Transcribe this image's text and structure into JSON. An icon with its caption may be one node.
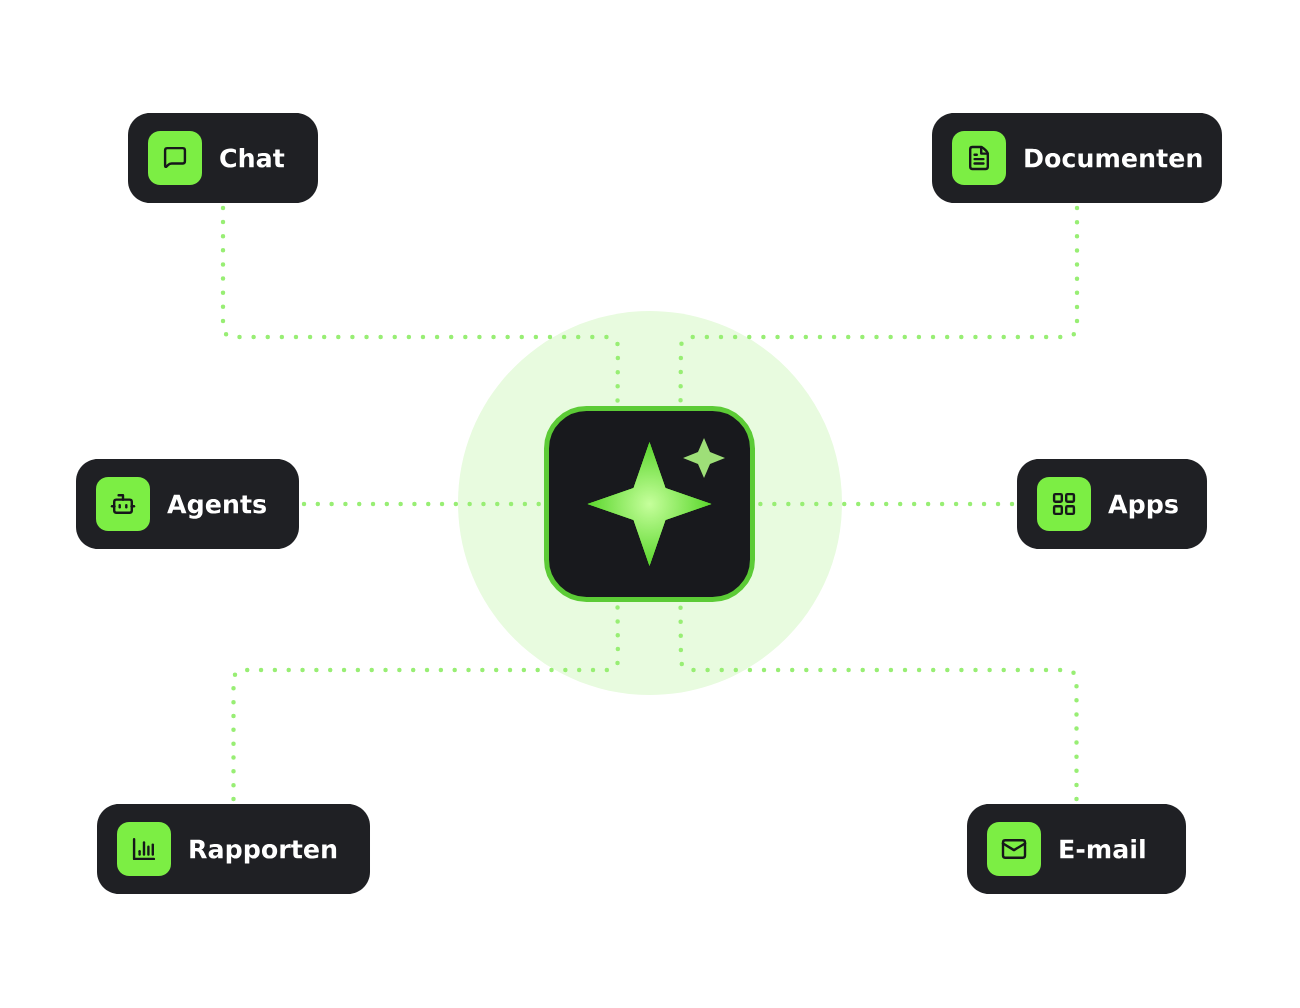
{
  "diagram": {
    "nodes": [
      {
        "text": [
          "Chat"
        ]
      },
      {
        "text": [
          "Documenten"
        ]
      },
      {
        "text": [
          "Agents"
        ]
      },
      {
        "text": [],
        "shape": "box"
      },
      {
        "text": [
          "Apps"
        ]
      },
      {
        "text": [
          "Rapporten"
        ]
      },
      {
        "text": [
          "E-mail"
        ]
      }
    ],
    "edges": [
      {
        "from": 0,
        "to": 3,
        "arrow": "none"
      },
      {
        "from": 1,
        "to": 3,
        "arrow": "none"
      },
      {
        "from": 2,
        "to": 3,
        "arrow": "none"
      },
      {
        "from": 4,
        "to": 3,
        "arrow": "none"
      },
      {
        "from": 5,
        "to": 3,
        "arrow": "none"
      },
      {
        "from": 6,
        "to": 3,
        "arrow": "none"
      }
    ]
  }
}
